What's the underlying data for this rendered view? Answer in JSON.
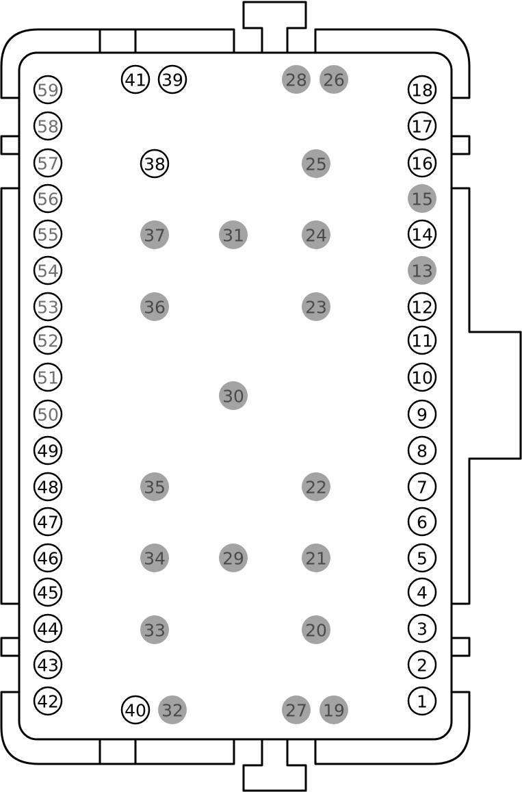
{
  "colors": {
    "outline": "#000000",
    "open_pin_fill": "#ffffff",
    "open_pin_text": "#000000",
    "open_pin_text_faded": "#6e6e6e",
    "filled_pin_fill": "#a3a3a3",
    "filled_pin_text": "#4a4a4a"
  },
  "pins": [
    {
      "label": "59",
      "style": "open-faded"
    },
    {
      "label": "58",
      "style": "open-faded"
    },
    {
      "label": "57",
      "style": "open-faded"
    },
    {
      "label": "56",
      "style": "open-faded"
    },
    {
      "label": "55",
      "style": "open-faded"
    },
    {
      "label": "54",
      "style": "open-faded"
    },
    {
      "label": "53",
      "style": "open-faded"
    },
    {
      "label": "52",
      "style": "open-faded"
    },
    {
      "label": "51",
      "style": "open-faded"
    },
    {
      "label": "50",
      "style": "open-faded"
    },
    {
      "label": "49",
      "style": "open"
    },
    {
      "label": "48",
      "style": "open"
    },
    {
      "label": "47",
      "style": "open"
    },
    {
      "label": "46",
      "style": "open"
    },
    {
      "label": "45",
      "style": "open"
    },
    {
      "label": "44",
      "style": "open"
    },
    {
      "label": "43",
      "style": "open"
    },
    {
      "label": "42",
      "style": "open"
    },
    {
      "label": "18",
      "style": "open"
    },
    {
      "label": "17",
      "style": "open"
    },
    {
      "label": "16",
      "style": "open"
    },
    {
      "label": "15",
      "style": "filled"
    },
    {
      "label": "14",
      "style": "open"
    },
    {
      "label": "13",
      "style": "filled"
    },
    {
      "label": "12",
      "style": "open"
    },
    {
      "label": "11",
      "style": "open"
    },
    {
      "label": "10",
      "style": "open"
    },
    {
      "label": "9",
      "style": "open"
    },
    {
      "label": "8",
      "style": "open"
    },
    {
      "label": "7",
      "style": "open"
    },
    {
      "label": "6",
      "style": "open"
    },
    {
      "label": "5",
      "style": "open"
    },
    {
      "label": "4",
      "style": "open"
    },
    {
      "label": "3",
      "style": "open"
    },
    {
      "label": "2",
      "style": "open"
    },
    {
      "label": "1",
      "style": "open"
    },
    {
      "label": "41",
      "style": "open"
    },
    {
      "label": "39",
      "style": "open"
    },
    {
      "label": "28",
      "style": "filled"
    },
    {
      "label": "26",
      "style": "filled"
    },
    {
      "label": "38",
      "style": "open"
    },
    {
      "label": "25",
      "style": "filled"
    },
    {
      "label": "37",
      "style": "filled"
    },
    {
      "label": "31",
      "style": "filled"
    },
    {
      "label": "24",
      "style": "filled"
    },
    {
      "label": "36",
      "style": "filled"
    },
    {
      "label": "23",
      "style": "filled"
    },
    {
      "label": "30",
      "style": "filled"
    },
    {
      "label": "35",
      "style": "filled"
    },
    {
      "label": "22",
      "style": "filled"
    },
    {
      "label": "34",
      "style": "filled"
    },
    {
      "label": "29",
      "style": "filled"
    },
    {
      "label": "21",
      "style": "filled"
    },
    {
      "label": "33",
      "style": "filled"
    },
    {
      "label": "20",
      "style": "filled"
    },
    {
      "label": "40",
      "style": "open"
    },
    {
      "label": "32",
      "style": "filled"
    },
    {
      "label": "27",
      "style": "filled"
    },
    {
      "label": "19",
      "style": "filled"
    }
  ]
}
